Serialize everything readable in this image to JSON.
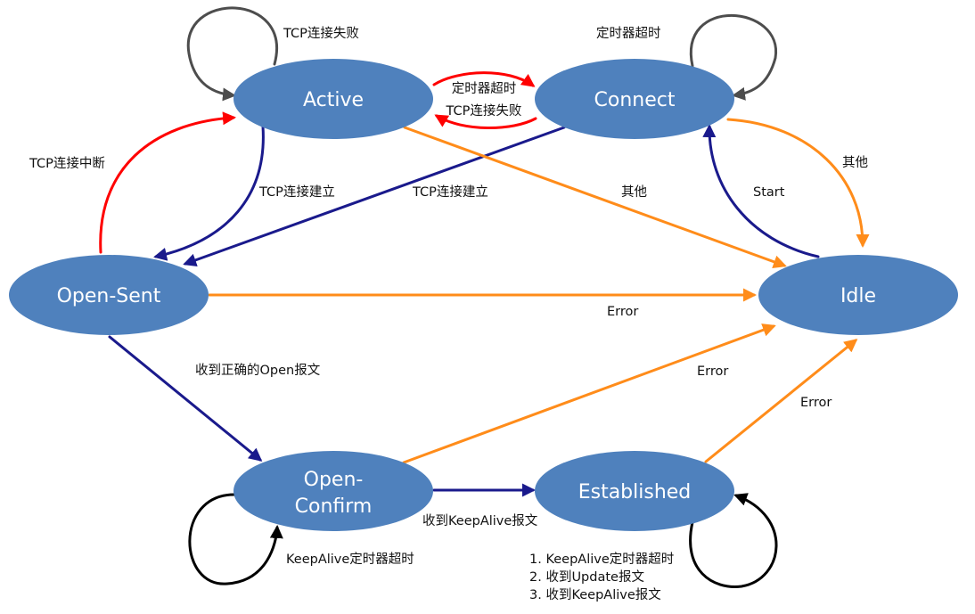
{
  "diagram": {
    "type": "state-machine",
    "colors": {
      "node_fill": "#4F81BD",
      "node_text": "#FFFFFF",
      "self_loop_gray": "#4D4D4D",
      "self_loop_black": "#000000",
      "red": "#FF0000",
      "navy": "#1A1A8C",
      "orange": "#FF8C1A",
      "label_text": "#111111"
    },
    "nodes": [
      {
        "id": "active",
        "label": "Active"
      },
      {
        "id": "connect",
        "label": "Connect"
      },
      {
        "id": "open-sent",
        "label": "Open-Sent"
      },
      {
        "id": "idle",
        "label": "Idle"
      },
      {
        "id": "open-confirm",
        "label_lines": [
          "Open-",
          "Confirm"
        ]
      },
      {
        "id": "established",
        "label": "Established"
      }
    ],
    "edges": [
      {
        "id": "active-self",
        "from": "active",
        "to": "active",
        "color": "self_loop_gray",
        "label": "TCP连接失败"
      },
      {
        "id": "connect-self",
        "from": "connect",
        "to": "connect",
        "color": "self_loop_gray",
        "label": "定时器超时"
      },
      {
        "id": "active-to-connect",
        "from": "active",
        "to": "connect",
        "color": "red",
        "label": "定时器超时"
      },
      {
        "id": "connect-to-active",
        "from": "connect",
        "to": "active",
        "color": "red",
        "label": "TCP连接失败"
      },
      {
        "id": "opensent-to-active",
        "from": "open-sent",
        "to": "active",
        "color": "red",
        "label": "TCP连接中断"
      },
      {
        "id": "active-to-opensent",
        "from": "active",
        "to": "open-sent",
        "color": "navy",
        "label": "TCP连接建立"
      },
      {
        "id": "connect-to-opensent",
        "from": "connect",
        "to": "open-sent",
        "color": "navy",
        "label": "TCP连接建立"
      },
      {
        "id": "active-to-idle",
        "from": "active",
        "to": "idle",
        "color": "orange",
        "label": "其他"
      },
      {
        "id": "idle-to-connect",
        "from": "idle",
        "to": "connect",
        "color": "navy",
        "label": "Start"
      },
      {
        "id": "connect-to-idle",
        "from": "connect",
        "to": "idle",
        "color": "orange",
        "label": "其他"
      },
      {
        "id": "opensent-to-idle",
        "from": "open-sent",
        "to": "idle",
        "color": "orange",
        "label": "Error"
      },
      {
        "id": "opensent-to-openconfirm",
        "from": "open-sent",
        "to": "open-confirm",
        "color": "navy",
        "label": "收到正确的Open报文"
      },
      {
        "id": "openconfirm-to-idle",
        "from": "open-confirm",
        "to": "idle",
        "color": "orange",
        "label": "Error"
      },
      {
        "id": "established-to-idle",
        "from": "established",
        "to": "idle",
        "color": "orange",
        "label": "Error"
      },
      {
        "id": "openconfirm-self",
        "from": "open-confirm",
        "to": "open-confirm",
        "color": "self_loop_black",
        "label": "KeepAlive定时器超时"
      },
      {
        "id": "openconfirm-to-established",
        "from": "open-confirm",
        "to": "established",
        "color": "navy",
        "label": "收到KeepAlive报文"
      },
      {
        "id": "established-self",
        "from": "established",
        "to": "established",
        "color": "self_loop_black",
        "label_lines": [
          "1. KeepAlive定时器超时",
          "2. 收到Update报文",
          "3. 收到KeepAlive报文"
        ]
      }
    ]
  }
}
